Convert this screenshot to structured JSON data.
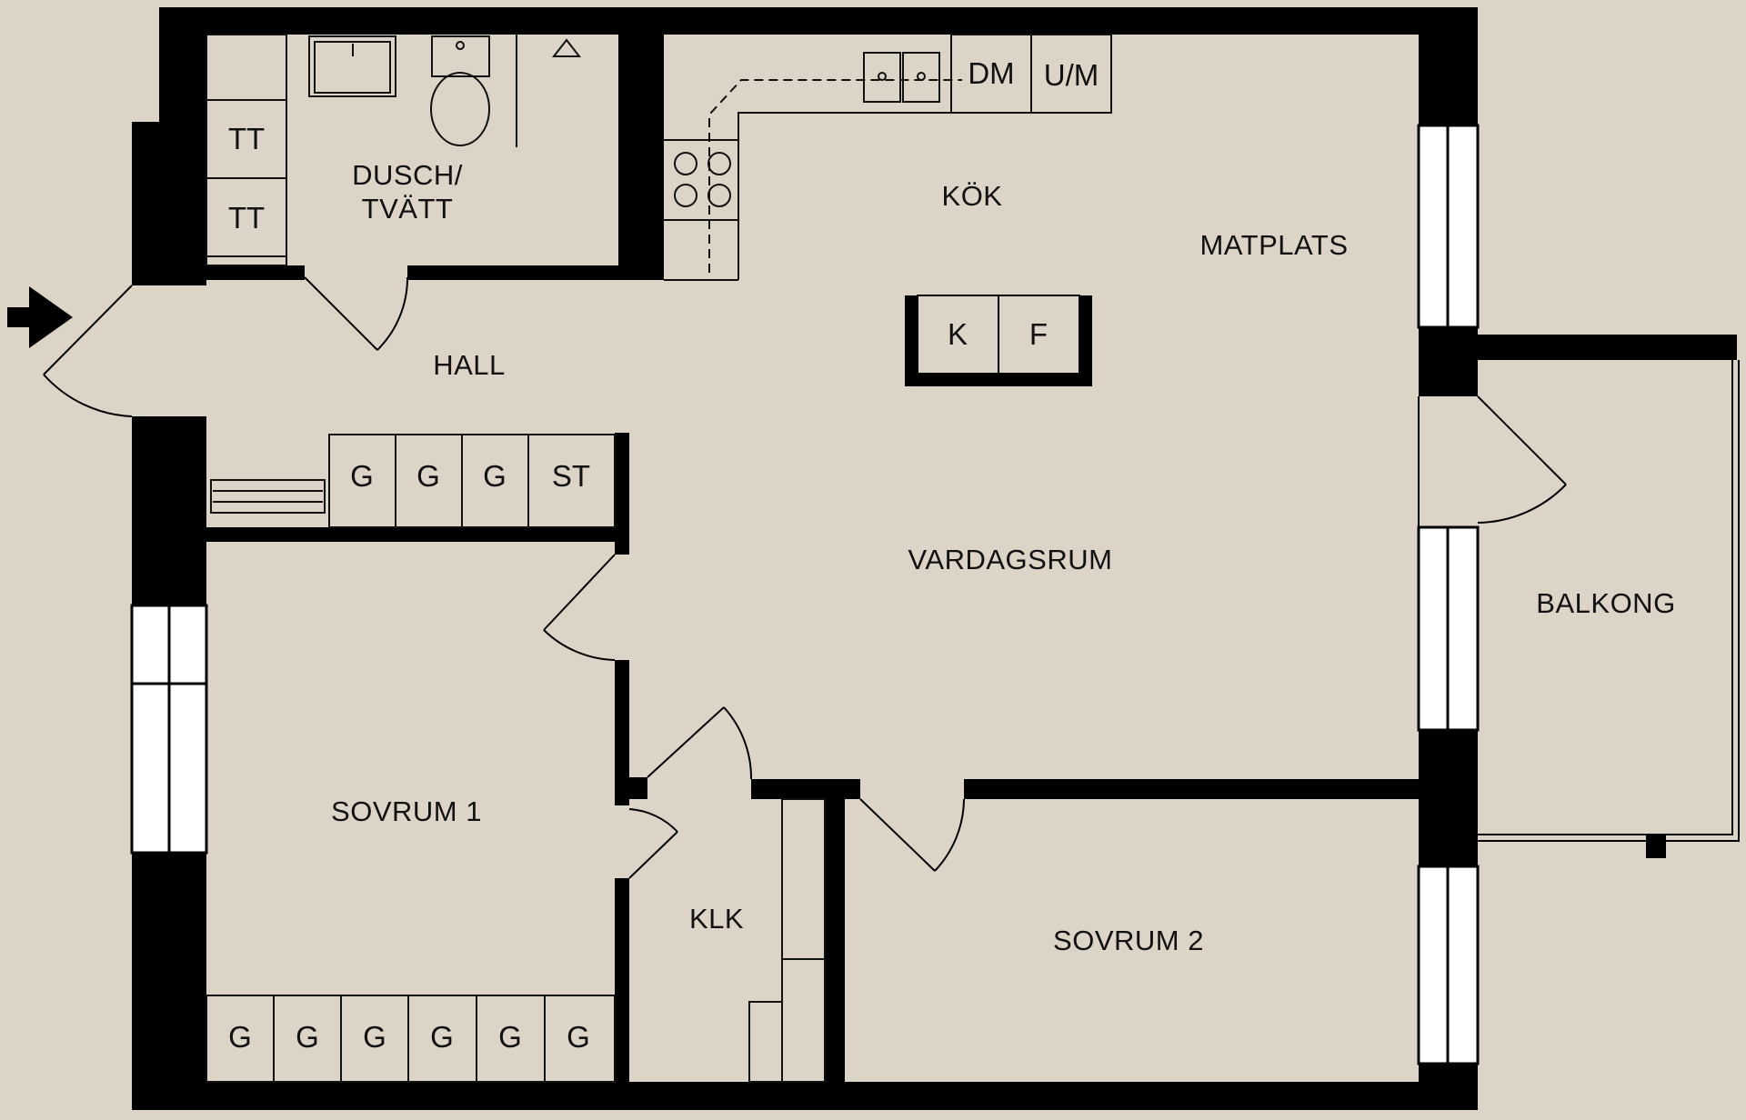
{
  "colors": {
    "background": "#ddd4c8",
    "wall": "#000000",
    "fixture_line": "#111111"
  },
  "rooms": {
    "dusch_line1": "DUSCH/",
    "dusch_line2": "TVÄTT",
    "kok": "KÖK",
    "matplats": "MATPLATS",
    "hall": "HALL",
    "vardagsrum": "VARDAGSRUM",
    "balkong": "BALKONG",
    "sovrum1": "SOVRUM 1",
    "sovrum2": "SOVRUM 2",
    "klk": "KLK"
  },
  "fixtures": {
    "tt": [
      "TT",
      "TT"
    ],
    "dm": "DM",
    "um": "U/M",
    "k": "K",
    "f": "F",
    "hall_storage": [
      "G",
      "G",
      "G",
      "ST"
    ],
    "bedroom_storage": [
      "G",
      "G",
      "G",
      "G",
      "G",
      "G"
    ]
  },
  "icons": {
    "entrance": "entrance-arrow-icon"
  }
}
